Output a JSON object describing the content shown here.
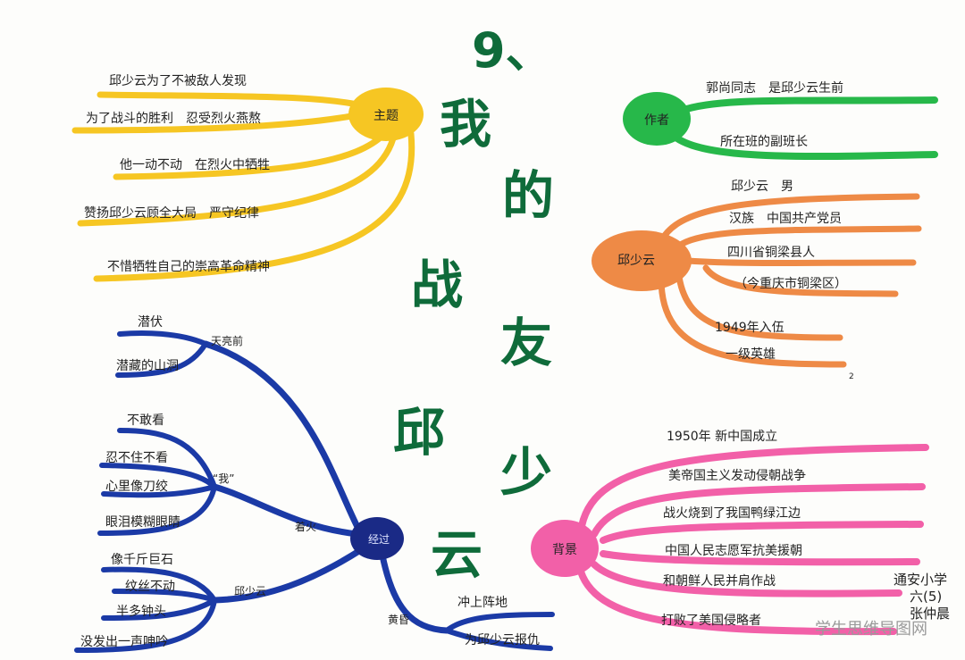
{
  "title": {
    "number": "9、",
    "chars": [
      "我",
      "的",
      "战",
      "友",
      "邱",
      "少",
      "云"
    ]
  },
  "theme": {
    "hub": "主题",
    "items": [
      "邱少云为了不被敌人发现",
      "为了战斗的胜利　忍受烈火燕熬",
      "他一动不动　在烈火中牺牲",
      "赞扬邱少云顾全大局　严守纪律",
      "不惜牺牲自己的崇高革命精神"
    ]
  },
  "author": {
    "hub": "作者",
    "items": [
      "郭尚同志　是邱少云生前",
      "所在班的副班长"
    ]
  },
  "qiu": {
    "hub": "邱少云",
    "items": [
      "邱少云　男",
      "汉族　中国共产党员",
      "四川省铜梁县人",
      "（今重庆市铜梁区）",
      "1949年入伍",
      "一级英雄"
    ]
  },
  "background": {
    "hub": "背景",
    "items": [
      "1950年 新中国成立",
      "美帝国主义发动侵朝战争",
      "战火烧到了我国鸭绿江边",
      "中国人民志愿军抗美援朝",
      "和朝鲜人民并肩作战",
      "打败了美国侵略者"
    ]
  },
  "plot": {
    "hub": "经过",
    "groups": {
      "before": {
        "label": "天亮前",
        "items": [
          "潜伏",
          "潜藏的山洞"
        ]
      },
      "fire": {
        "label": "着火",
        "items": []
      },
      "me": {
        "label": "“我”",
        "items": [
          "不敢看",
          "忍不住不看",
          "心里像刀绞",
          "眼泪模糊眼睛"
        ]
      },
      "qiu": {
        "label": "邱少云",
        "items": [
          "像千斤巨石",
          "纹丝不动",
          "半多钟头",
          "没发出一声呻吟"
        ]
      },
      "dusk": {
        "label": "黄昏",
        "items": [
          "冲上阵地",
          "为邱少云报仇"
        ]
      }
    }
  },
  "signature": {
    "school": "通安小学",
    "class": "六(5)",
    "name": "张仲晨"
  },
  "page_mark": "2",
  "watermark": "学生思维导图网",
  "colors": {
    "title": "#0f6b3a",
    "theme": "#f6c623",
    "author": "#27b84a",
    "qiu": "#ee8a46",
    "background": "#f260a8",
    "plot": "#1b3aa6",
    "plot_hub": "#1a2a86"
  }
}
